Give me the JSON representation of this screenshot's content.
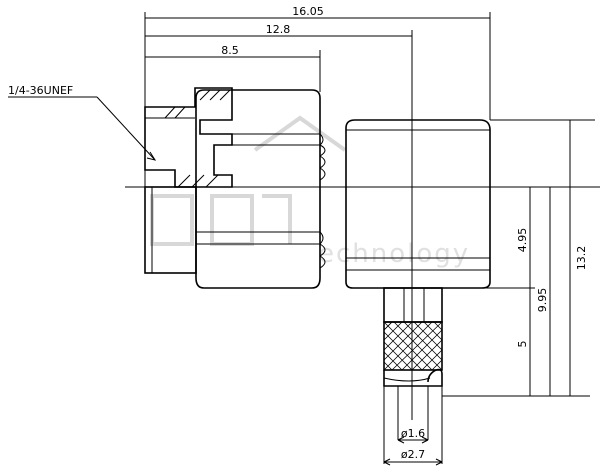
{
  "drawing": {
    "thread_label": "1/4-36UNEF",
    "watermark_text": "echnology"
  },
  "dimensions": {
    "d1": "16.05",
    "d2": "12.8",
    "d3": "8.5",
    "v1": "4.95",
    "v2": "9.95",
    "v3": "13.2",
    "v4": "5",
    "dia1": "ø1.6",
    "dia2": "ø2.7"
  }
}
